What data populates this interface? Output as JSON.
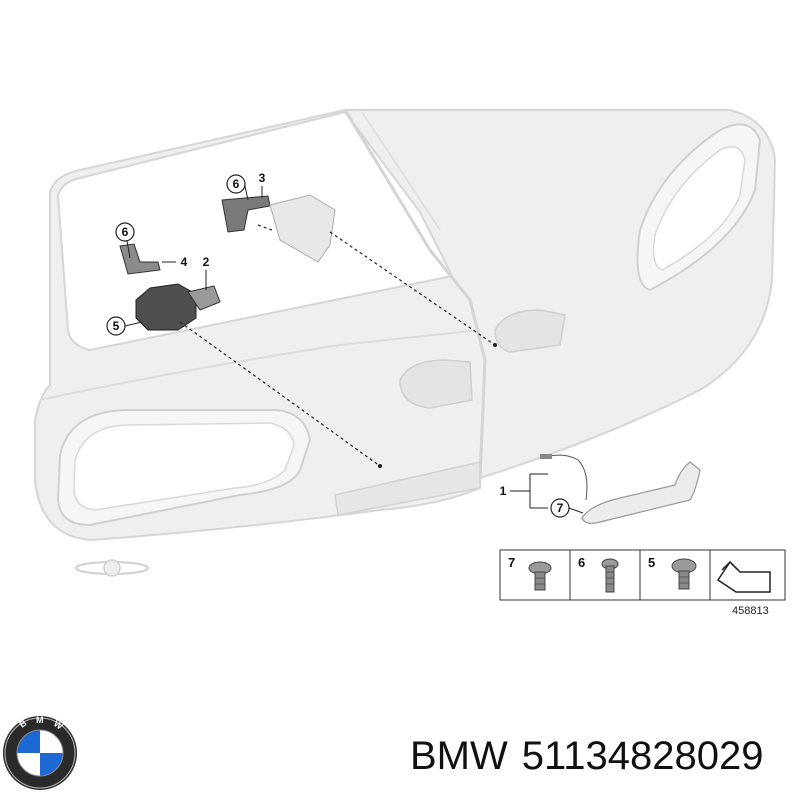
{
  "diagram": {
    "callouts": {
      "c1": "1",
      "c2": "2",
      "c3": "3",
      "c4": "4",
      "c5": "5",
      "c6a": "6",
      "c6b": "6",
      "c7": "7"
    },
    "parts_legend": {
      "items": [
        {
          "number": "7",
          "icon": "screw-flat-head-icon"
        },
        {
          "number": "6",
          "icon": "screw-long-icon"
        },
        {
          "number": "5",
          "icon": "screw-pan-head-icon"
        },
        {
          "number": "",
          "icon": "trunk-arrow-icon"
        }
      ],
      "diagram_number": "458813"
    }
  },
  "footer": {
    "brand": "BMW",
    "part_number": "51134828029"
  },
  "colors": {
    "body_fill": "#eeeeee",
    "body_stroke": "#d8d8d8",
    "part_dark": "#5a5a5a",
    "logo_blue": "#1c69d4"
  }
}
